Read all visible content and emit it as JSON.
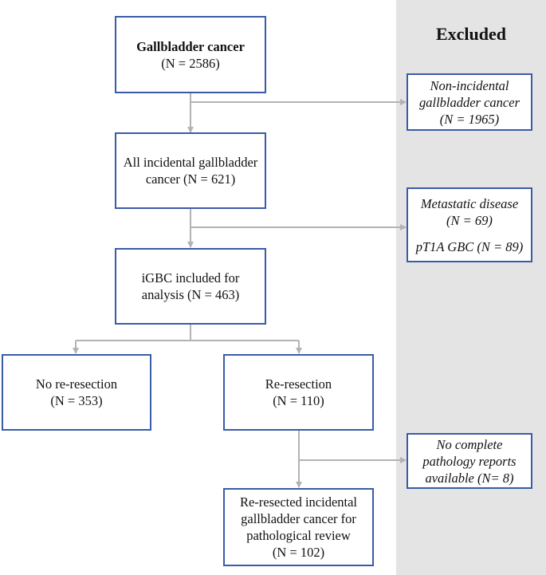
{
  "excluded_title": "Excluded",
  "boxes": {
    "gallbladder": {
      "line1": "Gallbladder cancer",
      "line2": "(N = 2586)"
    },
    "incidental": {
      "line1": "All incidental gallbladder",
      "line2": "cancer (N = 621)"
    },
    "included": {
      "line1": "iGBC included for",
      "line2": "analysis (N = 463)"
    },
    "no_reresection": {
      "line1": "No re-resection",
      "line2": "(N = 353)"
    },
    "reresection": {
      "line1": "Re-resection",
      "line2": "(N = 110)"
    },
    "review": {
      "line1": "Re-resected incidental",
      "line2": "gallbladder cancer for",
      "line3": "pathological review",
      "line4": "(N = 102)"
    }
  },
  "exclusions": {
    "non_incidental": {
      "line1": "Non-incidental",
      "line2": "gallbladder cancer",
      "line3": "(N = 1965)"
    },
    "metastatic": {
      "line1": "Metastatic disease",
      "line2": "(N = 69)",
      "line3": "pT1A GBC (N = 89)"
    },
    "no_reports": {
      "line1": "No complete",
      "line2": "pathology reports",
      "line3": "available (N= 8)"
    }
  },
  "colors": {
    "box_border": "#3a5ba8",
    "connector": "#b3b3b3",
    "excluded_bg": "#e4e4e4"
  }
}
